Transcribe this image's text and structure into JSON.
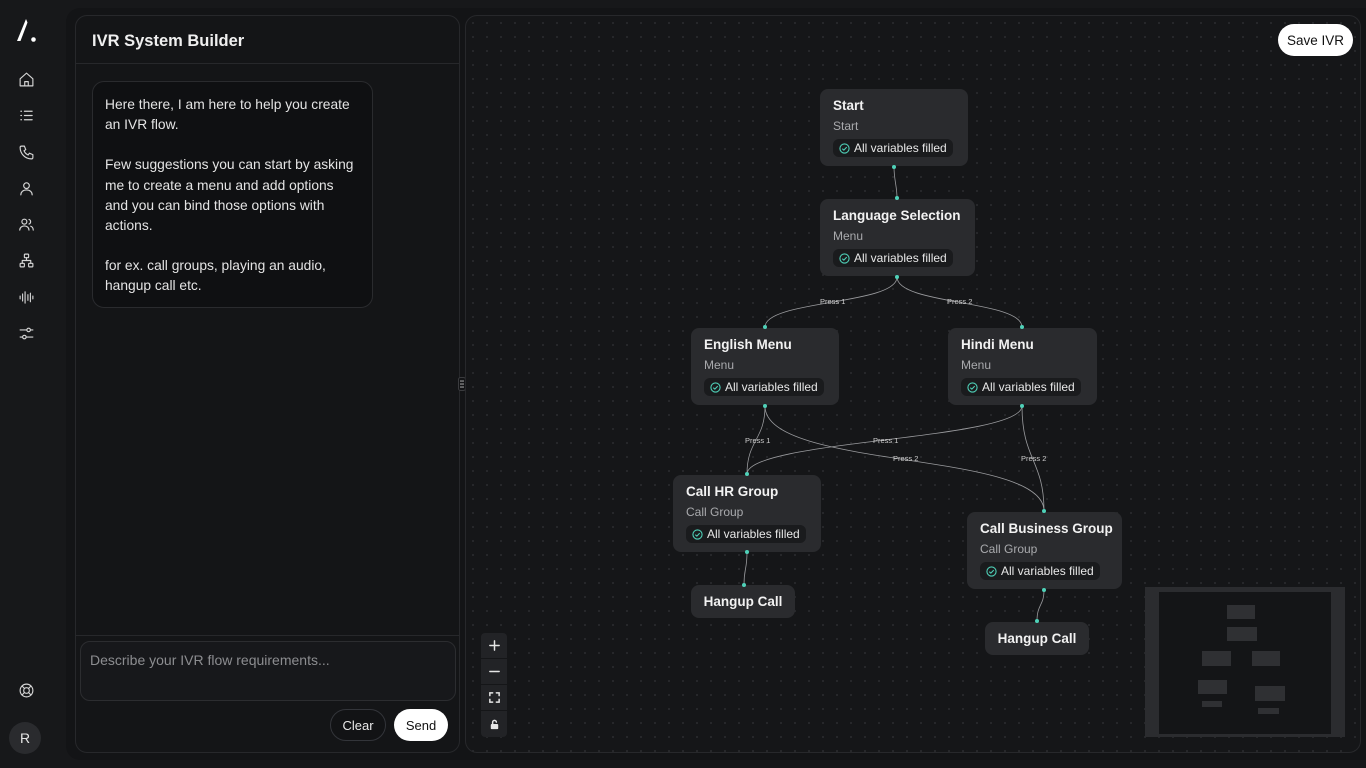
{
  "app": {
    "title": "IVR System Builder",
    "avatar_initial": "R"
  },
  "rail": {
    "items": [
      "home-icon",
      "list-icon",
      "phone-icon",
      "user-icon",
      "users-icon",
      "hierarchy-icon",
      "waveform-icon",
      "sliders-icon"
    ],
    "help_icon": "lifebuoy-icon"
  },
  "chat": {
    "message_p1": "Here there, I am here to help you create an IVR flow.",
    "message_p2": "Few suggestions you can start by asking me to create a menu and add options and you can bind those options with actions.",
    "message_p3": "for ex. call groups, playing an audio, hangup call etc.",
    "input_placeholder": "Describe your IVR flow requirements...",
    "clear_label": "Clear",
    "send_label": "Send"
  },
  "canvas": {
    "save_label": "Save IVR",
    "nodes": {
      "start": {
        "title": "Start",
        "type": "Start",
        "status": "All variables filled"
      },
      "language": {
        "title": "Language Selection",
        "type": "Menu",
        "status": "All variables filled"
      },
      "english": {
        "title": "English Menu",
        "type": "Menu",
        "status": "All variables filled"
      },
      "hindi": {
        "title": "Hindi Menu",
        "type": "Menu",
        "status": "All variables filled"
      },
      "hr_group": {
        "title": "Call HR Group",
        "type": "Call Group",
        "status": "All variables filled"
      },
      "business_group": {
        "title": "Call Business Group",
        "type": "Call Group",
        "status": "All variables filled"
      },
      "hangup1": {
        "title": "Hangup Call"
      },
      "hangup2": {
        "title": "Hangup Call"
      }
    },
    "edge_labels": {
      "lang_to_english": "Press 1",
      "lang_to_hindi": "Press 2",
      "english_to_hr": "Press 1",
      "hindi_to_hr": "Press 1",
      "english_to_business": "Press 2",
      "hindi_to_business": "Press 2"
    },
    "controls": [
      "zoom-in-icon",
      "zoom-out-icon",
      "fit-view-icon",
      "lock-icon"
    ]
  },
  "colors": {
    "accent_handle": "#4fd1b8",
    "badge_check": "#4fd1b8"
  }
}
